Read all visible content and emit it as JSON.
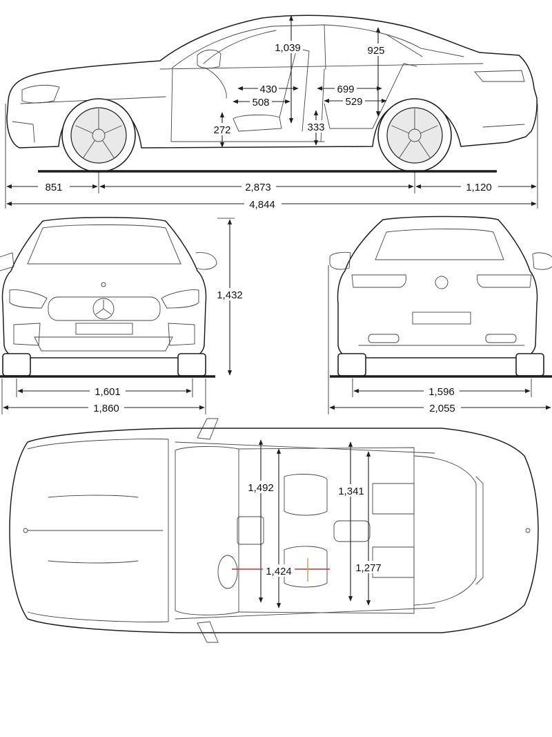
{
  "side_view": {
    "front_overhang": "851",
    "wheelbase": "2,873",
    "rear_overhang": "1,120",
    "overall_length": "4,844",
    "front_headroom": "1,039",
    "rear_headroom": "925",
    "front_seat_travel": "430",
    "front_seat_depth": "508",
    "rear_legroom": "699",
    "rear_seat_depth": "529",
    "front_seat_height": "272",
    "rear_seat_height": "333"
  },
  "front_view": {
    "front_track": "1,601",
    "overall_width": "1,860",
    "overall_height": "1,432"
  },
  "rear_view": {
    "rear_track": "1,596",
    "width_incl_mirrors": "2,055"
  },
  "top_view": {
    "front_shoulder_width": "1,492",
    "rear_shoulder_width": "1,341",
    "front_elbow_width": "1,424",
    "rear_elbow_width": "1,277"
  },
  "colors": {
    "line": "#1d1d1d",
    "background": "#ffffff",
    "accent_marker": "#c0392b"
  }
}
